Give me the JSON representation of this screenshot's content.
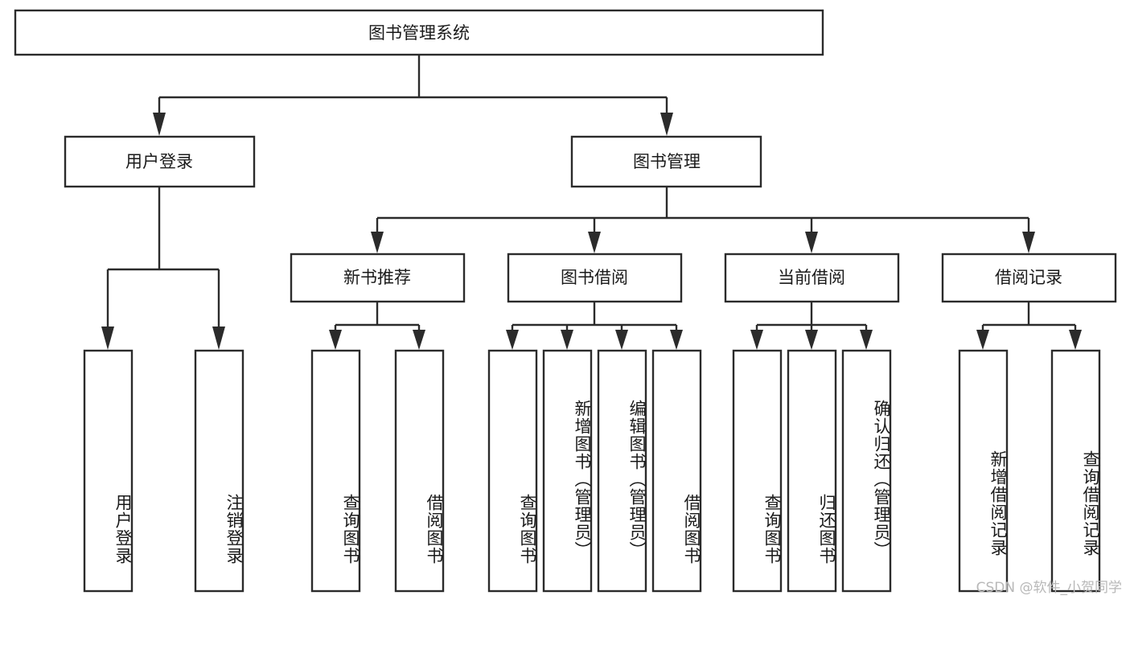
{
  "diagram": {
    "title": "图书管理系统",
    "type": "hierarchy-tree",
    "orientation": "top-down",
    "style": {
      "box_fill": "#ffffff",
      "box_stroke": "#2b2b2b",
      "connector_color": "#2b2b2b",
      "text_color": "#1a1a1a",
      "background": "#ffffff"
    },
    "root": {
      "id": "root",
      "label": "图书管理系统",
      "orientation": "horizontal"
    },
    "level2": [
      {
        "id": "user-login",
        "label": "用户登录",
        "orientation": "horizontal"
      },
      {
        "id": "book-manage",
        "label": "图书管理",
        "orientation": "horizontal"
      }
    ],
    "level3": [
      {
        "id": "new-book-recommend",
        "label": "新书推荐",
        "parent": "book-manage",
        "orientation": "horizontal"
      },
      {
        "id": "book-borrow",
        "label": "图书借阅",
        "parent": "book-manage",
        "orientation": "horizontal"
      },
      {
        "id": "current-borrow",
        "label": "当前借阅",
        "parent": "book-manage",
        "orientation": "horizontal"
      },
      {
        "id": "borrow-record",
        "label": "借阅记录",
        "parent": "book-manage",
        "orientation": "horizontal"
      }
    ],
    "leaves": [
      {
        "id": "leaf-user-login",
        "label": "用户登录",
        "parent": "user-login",
        "orientation": "vertical"
      },
      {
        "id": "leaf-user-logout",
        "label": "注销登录",
        "parent": "user-login",
        "orientation": "vertical"
      },
      {
        "id": "leaf-query-book-1",
        "label": "查询图书",
        "parent": "new-book-recommend",
        "orientation": "vertical"
      },
      {
        "id": "leaf-borrow-book-1",
        "label": "借阅图书",
        "parent": "new-book-recommend",
        "orientation": "vertical"
      },
      {
        "id": "leaf-query-book-2",
        "label": "查询图书",
        "parent": "book-borrow",
        "orientation": "vertical"
      },
      {
        "id": "leaf-add-book",
        "label": "新增图书（管理员）",
        "parent": "book-borrow",
        "orientation": "vertical"
      },
      {
        "id": "leaf-edit-book",
        "label": "编辑图书（管理员）",
        "parent": "book-borrow",
        "orientation": "vertical"
      },
      {
        "id": "leaf-borrow-book-2",
        "label": "借阅图书",
        "parent": "book-borrow",
        "orientation": "vertical"
      },
      {
        "id": "leaf-query-book-3",
        "label": "查询图书",
        "parent": "current-borrow",
        "orientation": "vertical"
      },
      {
        "id": "leaf-return-book",
        "label": "归还图书",
        "parent": "current-borrow",
        "orientation": "vertical"
      },
      {
        "id": "leaf-confirm-return",
        "label": "确认归还（管理员）",
        "parent": "current-borrow",
        "orientation": "vertical"
      },
      {
        "id": "leaf-add-record",
        "label": "新增借阅记录",
        "parent": "borrow-record",
        "orientation": "vertical"
      },
      {
        "id": "leaf-query-record",
        "label": "查询借阅记录",
        "parent": "borrow-record",
        "orientation": "vertical"
      }
    ]
  },
  "watermark": {
    "text": "CSDN @软件_小贺同学"
  }
}
